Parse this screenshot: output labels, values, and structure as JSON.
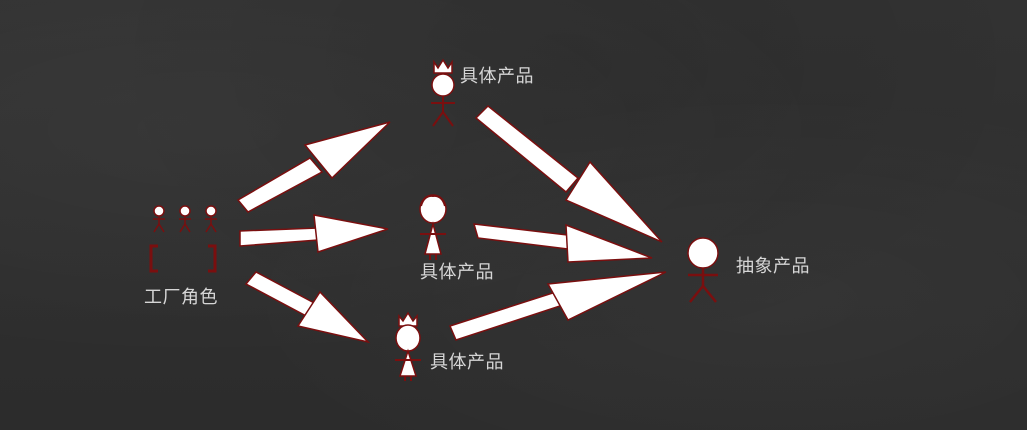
{
  "labels": {
    "factory_role": "工厂角色",
    "concrete_product_top": "具体产品",
    "concrete_product_middle": "具体产品",
    "concrete_product_bottom": "具体产品",
    "abstract_product": "抽象产品"
  },
  "colors": {
    "background": "#2f2f2f",
    "chalk_white": "#ffffff",
    "outline_red": "#7a0f0f",
    "label_gray": "#d6d6d6"
  }
}
